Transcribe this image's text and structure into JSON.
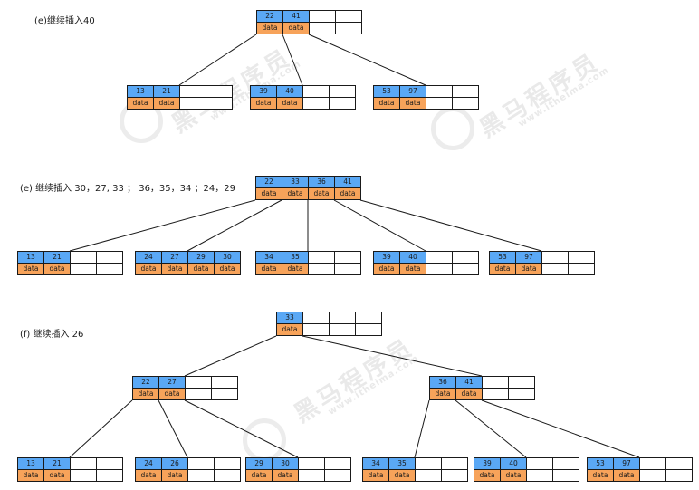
{
  "captions": [
    "(e)继续插入40",
    "(e) 继续插入 30，27, 33 ； 36，35，34 ；24，29",
    "(f) 继续插入 26"
  ],
  "data_label": "data",
  "watermark": {
    "brand": "黑马程序员",
    "url": "www.itheima.com"
  },
  "colors": {
    "key": "#5aa8f5",
    "data": "#f7a35a"
  },
  "panels": [
    {
      "nodes": [
        {
          "keys": [
            "22",
            "41"
          ]
        },
        {
          "keys": [
            "13",
            "21"
          ]
        },
        {
          "keys": [
            "39",
            "40"
          ]
        },
        {
          "keys": [
            "53",
            "97"
          ]
        }
      ]
    },
    {
      "nodes": [
        {
          "keys": [
            "22",
            "33",
            "36",
            "41"
          ]
        },
        {
          "keys": [
            "13",
            "21"
          ]
        },
        {
          "keys": [
            "24",
            "27",
            "29",
            "30"
          ]
        },
        {
          "keys": [
            "34",
            "35"
          ]
        },
        {
          "keys": [
            "39",
            "40"
          ]
        },
        {
          "keys": [
            "53",
            "97"
          ]
        }
      ]
    },
    {
      "nodes": [
        {
          "keys": [
            "33"
          ]
        },
        {
          "keys": [
            "22",
            "27"
          ]
        },
        {
          "keys": [
            "36",
            "41"
          ]
        },
        {
          "keys": [
            "13",
            "21"
          ]
        },
        {
          "keys": [
            "24",
            "26"
          ]
        },
        {
          "keys": [
            "29",
            "30"
          ]
        },
        {
          "keys": [
            "34",
            "35"
          ]
        },
        {
          "keys": [
            "39",
            "40"
          ]
        },
        {
          "keys": [
            "53",
            "97"
          ]
        }
      ]
    }
  ]
}
